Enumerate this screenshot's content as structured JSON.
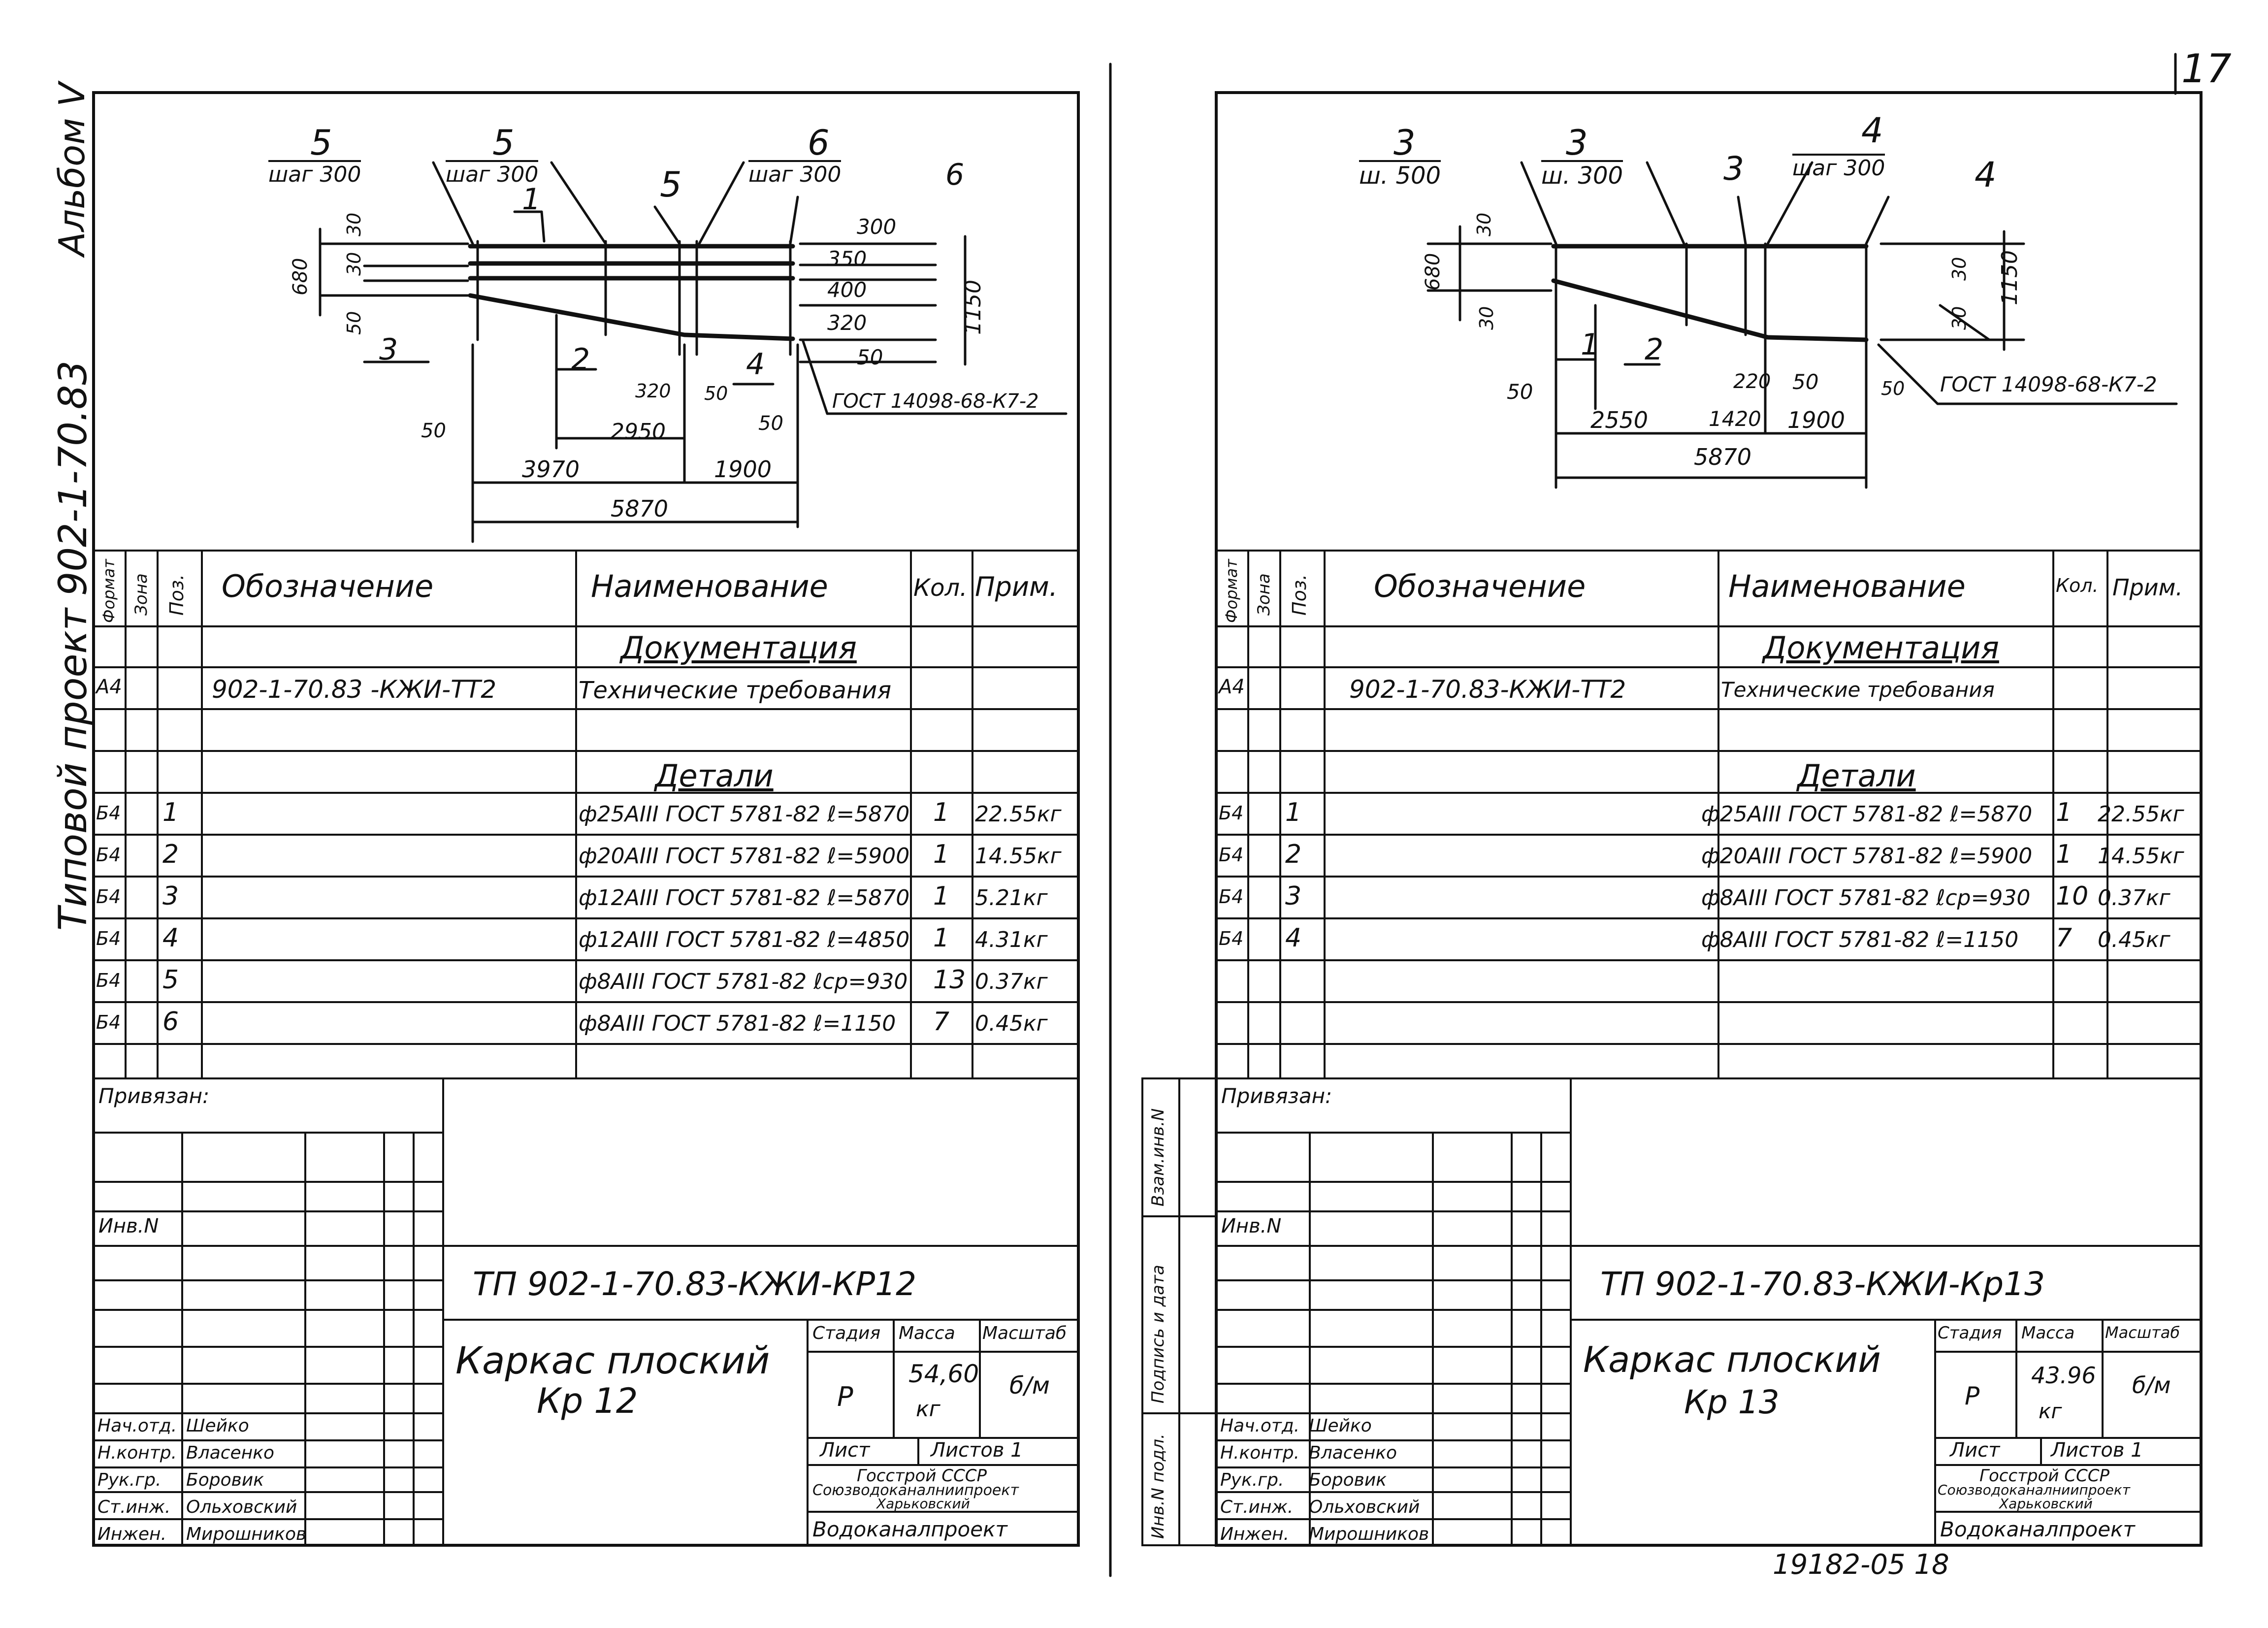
{
  "page_number": "17",
  "album_label": "Альбом V",
  "project_label": "Типовой проект 902-1-70.83",
  "footer_code": "19182-05 18",
  "left": {
    "dims": {
      "lbl5a": "5",
      "lbl5a_sub": "шаг 300",
      "lbl5b": "5",
      "lbl5b_sub": "шаг 300",
      "lbl5c": "5",
      "lbl6a": "6",
      "lbl6a_sub": "шаг 300",
      "lbl6b": "6",
      "lbl1": "1",
      "lbl2": "2",
      "lbl3": "3",
      "lbl4": "4",
      "d30a": "30",
      "d30b": "30",
      "d50a": "50",
      "d680": "680",
      "d300": "300",
      "d350": "350",
      "d400": "400",
      "d320": "320",
      "d50r": "50",
      "d1150": "1150",
      "d320b": "320",
      "d50c": "50",
      "d2950": "2950",
      "d50d": "50",
      "d50e": "50",
      "d3970": "3970",
      "d1900": "1900",
      "d5870": "5870",
      "gost": "ГОСТ 14098-68-К7-2"
    },
    "spec": {
      "headers": {
        "format": "Формат",
        "zone": "Зона",
        "pos": "Поз.",
        "designation": "Обозначение",
        "name": "Наименование",
        "qty": "Кол.",
        "note": "Прим."
      },
      "section_docs": "Документация",
      "doc_row": {
        "format": "А4",
        "designation": "902-1-70.83 -КЖИ-ТТ2",
        "name": "Технические требования"
      },
      "section_parts": "Детали",
      "rows": [
        {
          "format": "Б4",
          "pos": "1",
          "name": "ф25АIII ГОСТ 5781-82 ℓ=5870",
          "qty": "1",
          "note": "22.55кг"
        },
        {
          "format": "Б4",
          "pos": "2",
          "name": "ф20АIII ГОСТ 5781-82 ℓ=5900",
          "qty": "1",
          "note": "14.55кг"
        },
        {
          "format": "Б4",
          "pos": "3",
          "name": "ф12АIII ГОСТ 5781-82 ℓ=5870",
          "qty": "1",
          "note": "5.21кг"
        },
        {
          "format": "Б4",
          "pos": "4",
          "name": "ф12АIII ГОСТ 5781-82 ℓ=4850",
          "qty": "1",
          "note": "4.31кг"
        },
        {
          "format": "Б4",
          "pos": "5",
          "name": "ф8АIII ГОСТ 5781-82 ℓср=930",
          "qty": "13",
          "note": "0.37кг"
        },
        {
          "format": "Б4",
          "pos": "6",
          "name": "ф8АIII ГОСТ 5781-82 ℓ=1150",
          "qty": "7",
          "note": "0.45кг"
        }
      ]
    },
    "stamp": {
      "privyazan": "Привязан:",
      "inv": "Инв.N",
      "code": "ТП 902-1-70.83-КЖИ-КР12",
      "title": "Каркас плоский",
      "subtitle": "Кр 12",
      "stage_label": "Стадия",
      "mass_label": "Масса",
      "scale_label": "Масштаб",
      "stage": "Р",
      "mass": "54,60",
      "mass_unit": "кг",
      "scale": "б/м",
      "sheet_label": "Лист",
      "sheets_label": "Листов 1",
      "org1": "Госстрой СССР",
      "org2": "Союзводоканалниипроект",
      "org3": "Харьковский",
      "org4": "Водоканалпроект",
      "people": [
        {
          "role": "Нач.отд.",
          "name": "Шейко"
        },
        {
          "role": "Н.контр.",
          "name": "Власенко"
        },
        {
          "role": "Рук.гр.",
          "name": "Боровик"
        },
        {
          "role": "Ст.инж.",
          "name": "Ольховский"
        },
        {
          "role": "Инжен.",
          "name": "Мирошников"
        }
      ]
    }
  },
  "right": {
    "dims": {
      "lbl3a": "3",
      "lbl3a_sub": "ш. 500",
      "lbl3b": "3",
      "lbl3b_sub": "ш. 300",
      "lbl3c": "3",
      "lbl4a": "4",
      "lbl4a_sub": "шаг 300",
      "lbl4b": "4",
      "lbl1": "1",
      "lbl2": "2",
      "d30a": "30",
      "d680": "680",
      "d30b": "30",
      "d30r": "30",
      "d30s": "30",
      "d1150": "1150",
      "d50a": "50",
      "d2550": "2550",
      "d220": "220",
      "d1420": "1420",
      "d50b": "50",
      "d1900": "1900",
      "d50c": "50",
      "d5870": "5870",
      "gost": "ГОСТ 14098-68-К7-2"
    },
    "spec": {
      "headers": {
        "format": "Формат",
        "zone": "Зона",
        "pos": "Поз.",
        "designation": "Обозначение",
        "name": "Наименование",
        "qty": "Кол.",
        "note": "Прим."
      },
      "section_docs": "Документация",
      "doc_row": {
        "format": "А4",
        "designation": "902-1-70.83-КЖИ-ТТ2",
        "name": "Технические требования"
      },
      "section_parts": "Детали",
      "rows": [
        {
          "format": "Б4",
          "pos": "1",
          "name": "ф25АIII ГОСТ 5781-82 ℓ=5870",
          "qty": "1",
          "note": "22.55кг"
        },
        {
          "format": "Б4",
          "pos": "2",
          "name": "ф20АIII ГОСТ 5781-82 ℓ=5900",
          "qty": "1",
          "note": "14.55кг"
        },
        {
          "format": "Б4",
          "pos": "3",
          "name": "ф8АIII ГОСТ 5781-82 ℓср=930",
          "qty": "10",
          "note": "0.37кг"
        },
        {
          "format": "Б4",
          "pos": "4",
          "name": "ф8АIII ГОСТ 5781-82 ℓ=1150",
          "qty": "7",
          "note": "0.45кг"
        }
      ]
    },
    "side": {
      "s1": "Взам.инв.N",
      "s2": "Подпись и дата",
      "s3": "Инв.N подл."
    },
    "stamp": {
      "privyazan": "Привязан:",
      "inv": "Инв.N",
      "code": "ТП 902-1-70.83-КЖИ-Кр13",
      "title": "Каркас плоский",
      "subtitle": "Кр 13",
      "stage_label": "Стадия",
      "mass_label": "Масса",
      "scale_label": "Масштаб",
      "stage": "Р",
      "mass": "43.96",
      "mass_unit": "кг",
      "scale": "б/м",
      "sheet_label": "Лист",
      "sheets_label": "Листов 1",
      "org1": "Госстрой СССР",
      "org2": "Союзводоканалниипроект",
      "org3": "Харьковский",
      "org4": "Водоканалпроект",
      "people": [
        {
          "role": "Нач.отд.",
          "name": "Шейко"
        },
        {
          "role": "Н.контр.",
          "name": "Власенко"
        },
        {
          "role": "Рук.гр.",
          "name": "Боровик"
        },
        {
          "role": "Ст.инж.",
          "name": "Ольховский"
        },
        {
          "role": "Инжен.",
          "name": "Мирошников"
        }
      ]
    }
  }
}
